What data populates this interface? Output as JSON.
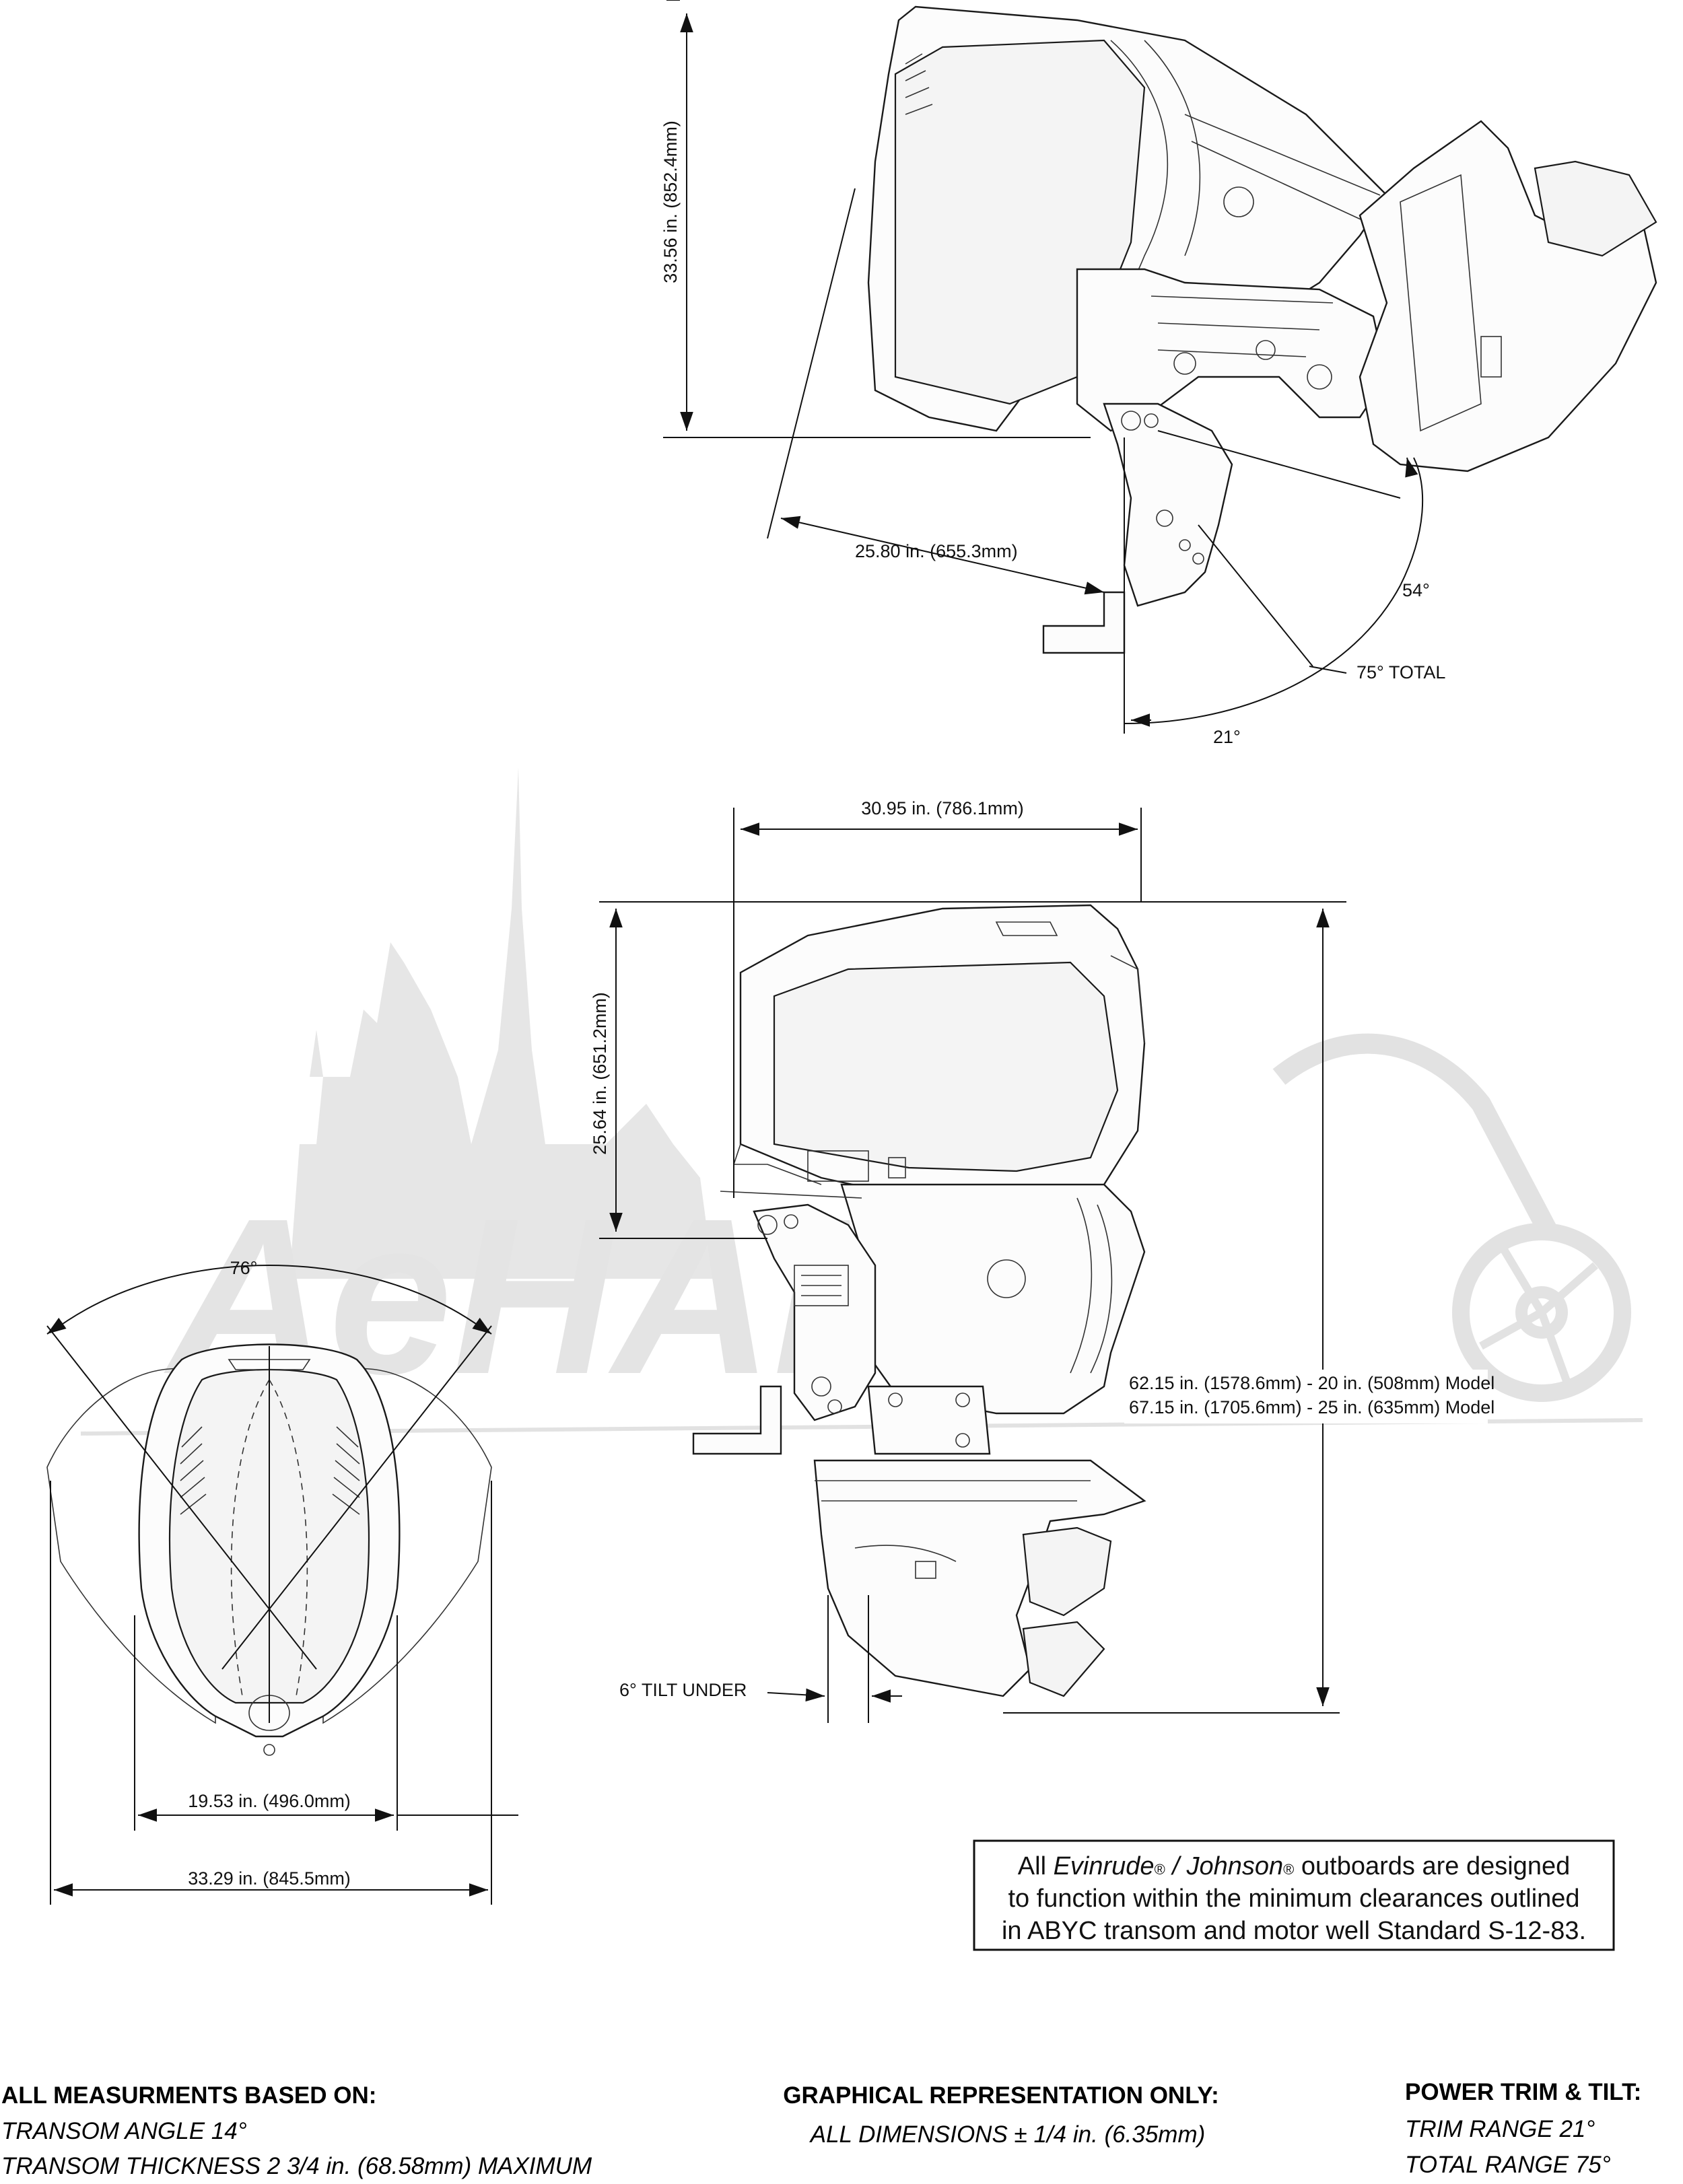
{
  "watermark": {
    "text": "AeHAMo",
    "color": "#e6e6e6"
  },
  "top_view": {
    "height_dim": "33.56 in. (852.4mm)",
    "reach_dim": "25.80 in. (655.3mm)",
    "angle_tilt": "54°",
    "angle_total": "75° TOTAL",
    "angle_trim": "21°"
  },
  "side_view": {
    "width_dim": "30.95 in. (786.1mm)",
    "upper_height_dim": "25.64 in. (651.2mm)",
    "total_height_line1": "62.15 in. (1578.6mm) - 20 in. (508mm) Model",
    "total_height_line2": "67.15 in. (1705.6mm) - 25 in. (635mm) Model",
    "tilt_under": "6° TILT UNDER"
  },
  "front_view": {
    "steer_angle": "76°",
    "inner_width_dim": "19.53 in. (496.0mm)",
    "outer_width_dim": "33.29 in. (845.5mm)"
  },
  "notice": {
    "prefix": "All ",
    "brand1": "Evinrude",
    "reg": "®",
    "sep": " / ",
    "brand2": "Johnson",
    "suffix": " outboards are designed",
    "line2": "to function within the minimum clearances outlined",
    "line3": "in ABYC transom and motor well Standard S-12-83."
  },
  "footer": {
    "left_title": "ALL MEASURMENTS BASED ON:",
    "left_line1": "TRANSOM ANGLE 14°",
    "left_line2": "TRANSOM THICKNESS 2 3/4 in. (68.58mm) MAXIMUM",
    "mid_title": "GRAPHICAL REPRESENTATION ONLY:",
    "mid_line1": "ALL DIMENSIONS ± 1/4 in. (6.35mm)",
    "right_title": "POWER TRIM & TILT:",
    "right_line1": "TRIM RANGE 21°",
    "right_line2": "TOTAL RANGE 75°"
  }
}
